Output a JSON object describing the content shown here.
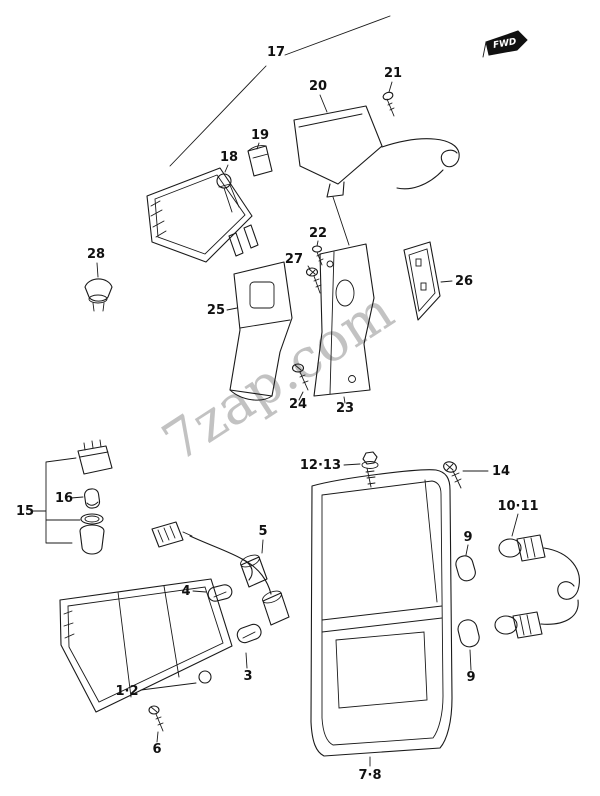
{
  "watermark": "7zap.com",
  "fwd_flag": "FWD",
  "callouts": {
    "c17": "17",
    "c18": "18",
    "c19": "19",
    "c20": "20",
    "c21": "21",
    "c22": "22",
    "c23": "23",
    "c24": "24",
    "c25": "25",
    "c26": "26",
    "c27": "27",
    "c28": "28",
    "c15": "15",
    "c16": "16",
    "c5": "5",
    "c4": "4",
    "c3": "3",
    "c6": "6",
    "c1_2": "1·2",
    "c7_8": "7·8",
    "c9a": "9",
    "c9b": "9",
    "c10_11": "10·11",
    "c12_13": "12·13",
    "c14": "14"
  }
}
